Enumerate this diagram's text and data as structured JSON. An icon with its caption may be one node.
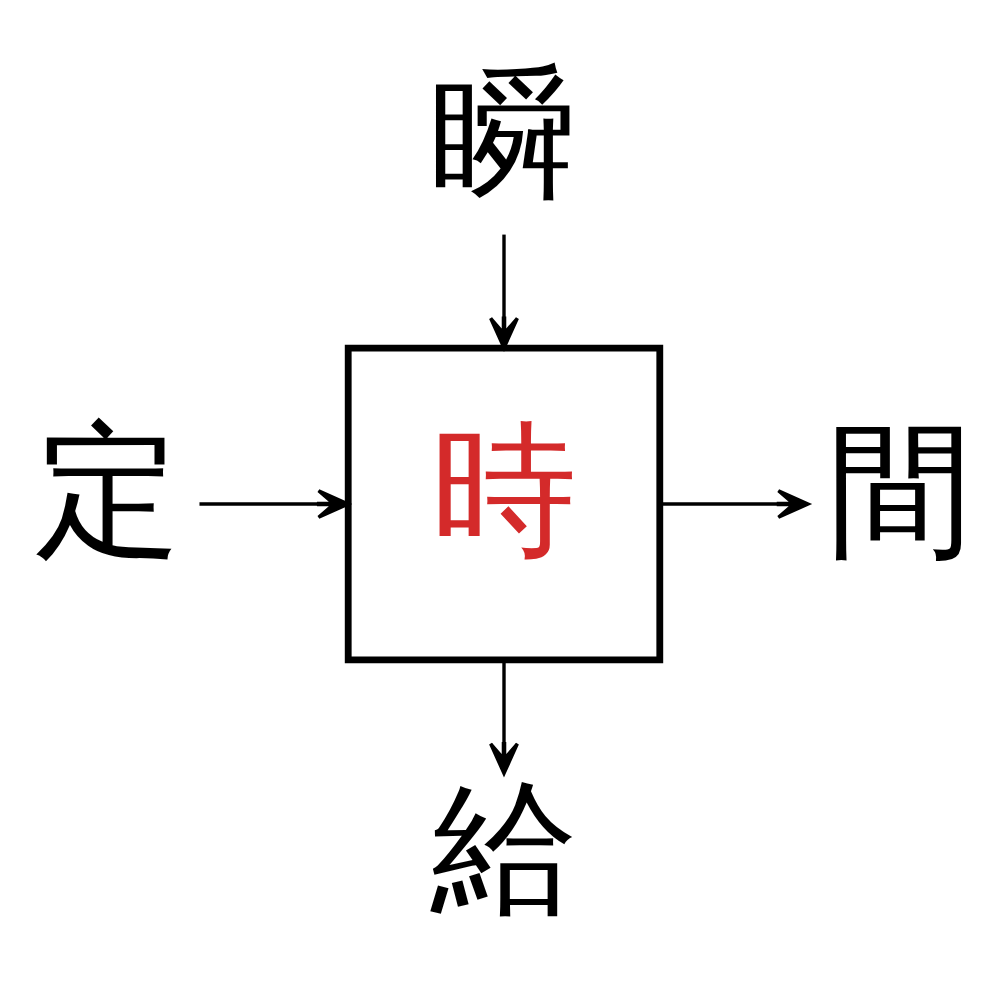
{
  "diagram": {
    "nodes": [
      {
        "text": [
          "瞬"
        ]
      },
      {
        "text": [
          "定"
        ]
      },
      {
        "text": [
          "時"
        ]
      },
      {
        "text": [
          "間"
        ]
      },
      {
        "text": [
          "給"
        ]
      }
    ],
    "edges": [
      {
        "from": 0,
        "to": 2,
        "arrow": "to"
      },
      {
        "from": 1,
        "to": 2,
        "arrow": "to"
      },
      {
        "from": 2,
        "to": 3,
        "arrow": "to"
      },
      {
        "from": 2,
        "to": 4,
        "arrow": "to"
      }
    ]
  }
}
